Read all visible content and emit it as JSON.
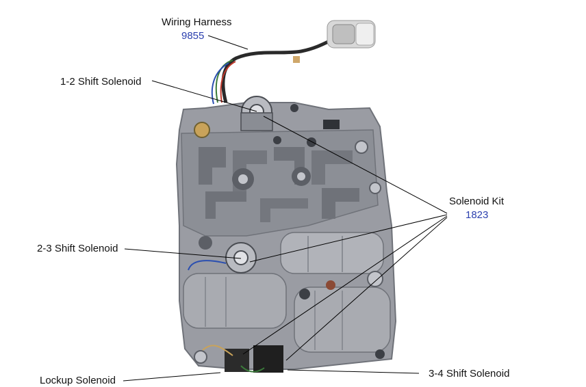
{
  "labels": {
    "wiring_harness": {
      "name": "Wiring Harness",
      "part": "9855"
    },
    "solenoid_1_2": {
      "name": "1-2 Shift Solenoid"
    },
    "solenoid_kit": {
      "name": "Solenoid Kit",
      "part": "1823"
    },
    "solenoid_2_3": {
      "name": "2-3 Shift Solenoid"
    },
    "lockup": {
      "name": "Lockup Solenoid"
    },
    "solenoid_3_4": {
      "name": "3-4 Shift Solenoid"
    }
  },
  "colors": {
    "text": "#111111",
    "part_number": "#2b3fae",
    "leader": "#000000",
    "body_metal": "#9a9ca3",
    "body_dark": "#6f7279",
    "body_light": "#c3c5cb",
    "harness_cable": "#2a2a2a",
    "connector": "#d8d8d8"
  },
  "icons": {
    "part_photo": "valve-body-photo-icon",
    "harness": "wiring-harness-icon",
    "connector": "harness-connector-icon"
  }
}
